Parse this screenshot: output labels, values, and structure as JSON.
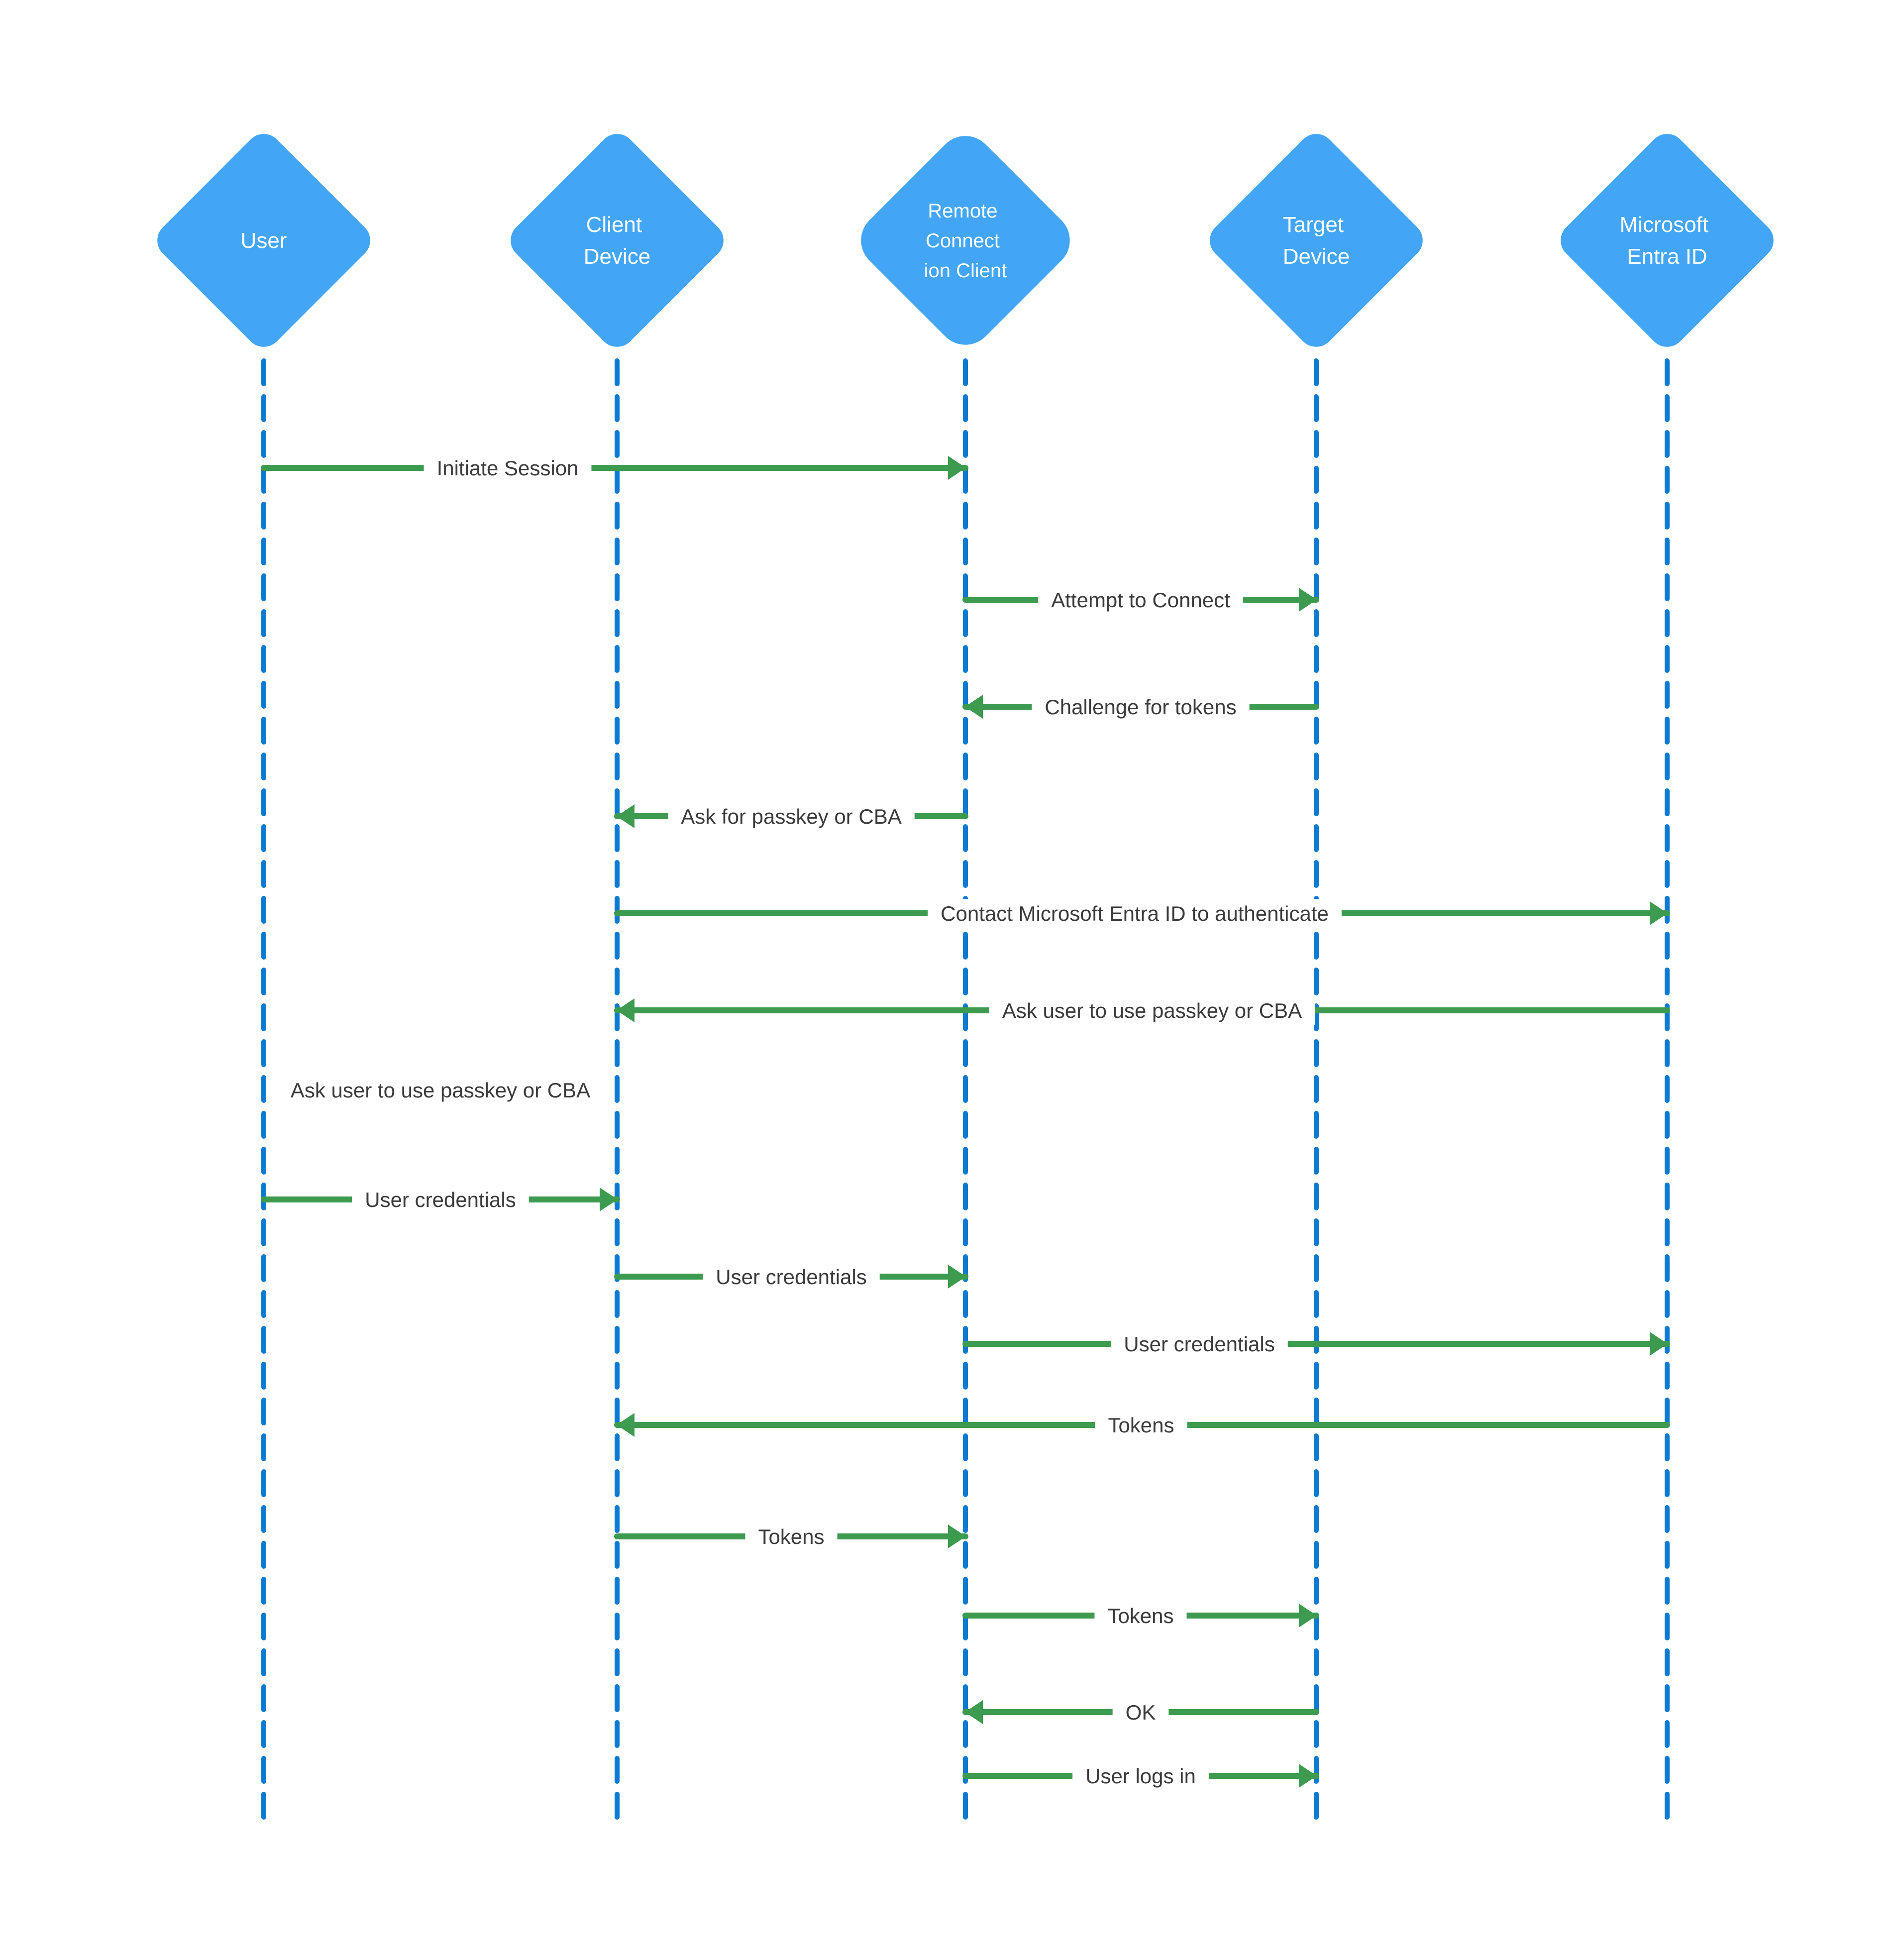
{
  "diagram": {
    "type": "sequence-diagram",
    "colors": {
      "actor-fill": "#42a5f5",
      "actor-text": "#ffffff",
      "lifeline": "#0d7ad2",
      "arrow": "#3c9b4e",
      "label": "#3a3a3a",
      "background": "#ffffff"
    },
    "actors": [
      {
        "id": "user",
        "label": "User",
        "label_lines": [
          "User"
        ]
      },
      {
        "id": "client-device",
        "label": "Client Device",
        "label_lines": [
          "Client",
          "Device"
        ]
      },
      {
        "id": "remote-connection-client",
        "label": "Remote Connection Client",
        "label_lines": [
          "Remote",
          "Connect",
          "ion Client"
        ]
      },
      {
        "id": "target-device",
        "label": "Target Device",
        "label_lines": [
          "Target",
          "Device"
        ]
      },
      {
        "id": "microsoft-entra-id",
        "label": "Microsoft Entra ID",
        "label_lines": [
          "Microsoft",
          "Entra ID"
        ]
      }
    ],
    "messages": [
      {
        "label": "Initiate Session",
        "from": "user",
        "to": "remote-connection-client"
      },
      {
        "label": "Attempt to Connect",
        "from": "remote-connection-client",
        "to": "target-device"
      },
      {
        "label": "Challenge for tokens",
        "from": "target-device",
        "to": "remote-connection-client"
      },
      {
        "label": "Ask for passkey or CBA",
        "from": "remote-connection-client",
        "to": "client-device"
      },
      {
        "label": "Contact Microsoft Entra ID to authenticate",
        "from": "client-device",
        "to": "microsoft-entra-id"
      },
      {
        "label": "Ask user to use passkey or CBA",
        "from": "microsoft-entra-id",
        "to": "client-device"
      },
      {
        "label": "Ask user to use passkey or CBA",
        "from": "client-device",
        "to": "user",
        "arrow_visible": false
      },
      {
        "label": "User credentials",
        "from": "user",
        "to": "client-device"
      },
      {
        "label": "User credentials",
        "from": "client-device",
        "to": "remote-connection-client"
      },
      {
        "label": "User credentials",
        "from": "remote-connection-client",
        "to": "microsoft-entra-id"
      },
      {
        "label": "Tokens",
        "from": "microsoft-entra-id",
        "to": "client-device"
      },
      {
        "label": "Tokens",
        "from": "client-device",
        "to": "remote-connection-client"
      },
      {
        "label": "Tokens",
        "from": "remote-connection-client",
        "to": "target-device"
      },
      {
        "label": "OK",
        "from": "target-device",
        "to": "remote-connection-client"
      },
      {
        "label": "User logs in",
        "from": "remote-connection-client",
        "to": "target-device"
      }
    ]
  }
}
